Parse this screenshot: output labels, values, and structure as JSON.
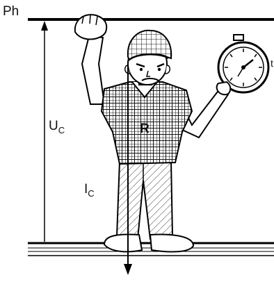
{
  "labels": {
    "phase": "Ph",
    "contact_voltage_main": "U",
    "contact_voltage_sub": "C",
    "contact_current_main": "I",
    "contact_current_sub": "C",
    "body_resistance": "R",
    "time": "t"
  },
  "icons": {
    "person": "person-icon",
    "stopwatch": "stopwatch-icon",
    "ground": "ground-icon"
  }
}
